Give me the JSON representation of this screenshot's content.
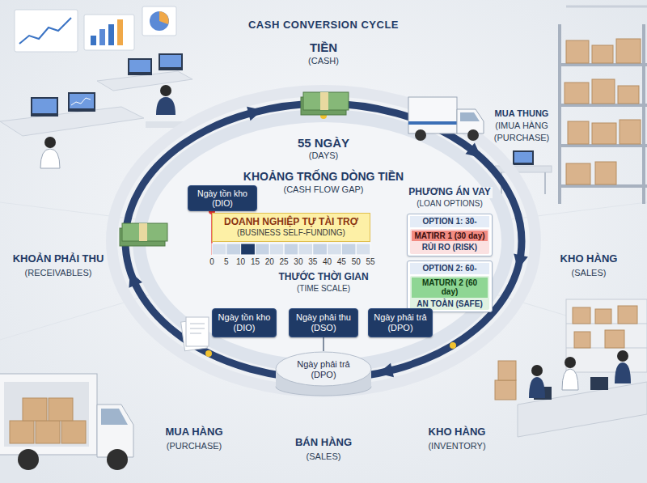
{
  "diagram": {
    "title": "CASH CONVERSION CYCLE",
    "nodes": [
      {
        "text": [
          "Ngày tồn kho (DIO)"
        ]
      },
      {
        "text": [
          "DOANH NGHIỆP TỰ TÀI TRỢ",
          "(BUSINESS SELF-FUNDING)"
        ]
      },
      {
        "text": [
          "OPTION 1: 30-"
        ]
      },
      {
        "text": [
          "MATIRR 1 (30 day)",
          "RỦI RO (RISK)"
        ],
        "in": 2
      },
      {
        "text": [
          "OPTION 2: 60-"
        ]
      },
      {
        "text": [
          "MATURN 2 (60 day)",
          "AN TOÀN (SAFE)"
        ],
        "in": 4
      },
      {
        "text": [
          "Ngày tồn kho (DIO)"
        ]
      },
      {
        "text": [
          "Ngày phải thu (DSO)"
        ]
      },
      {
        "text": [
          "Ngày phải trả (DPO)"
        ]
      },
      {
        "text": [
          "Ngày phải trả (DPO)"
        ]
      }
    ],
    "edges": [
      {
        "from": 7,
        "to": 9,
        "arrow": "none"
      }
    ],
    "labels": [
      "TIỀN",
      "(CASH)",
      "55 NGÀY",
      "(DAYS)",
      "KHOẢNG TRỐNG DÒNG TIỀN",
      "(CASH FLOW GAP)",
      "PHƯƠNG ÁN VAY",
      "(LOAN OPTIONS)",
      "0",
      "5",
      "10",
      "15",
      "20",
      "25",
      "30",
      "35",
      "40",
      "45",
      "50",
      "55",
      "THƯỚC THỜI GIAN",
      "(TIME SCALE)",
      "MUA THUNG",
      "(IMUA HÀNG",
      "(PURCHASE)",
      "KHO HÀNG",
      "(SALES)",
      "KHOẢN PHẢI THU",
      "(RECEIVABLES)",
      "MUA HÀNG",
      "(PURCHASE)",
      "BÁN HÀNG",
      "(SALES)",
      "KHO HÀNG",
      "(INVENTORY)"
    ]
  }
}
